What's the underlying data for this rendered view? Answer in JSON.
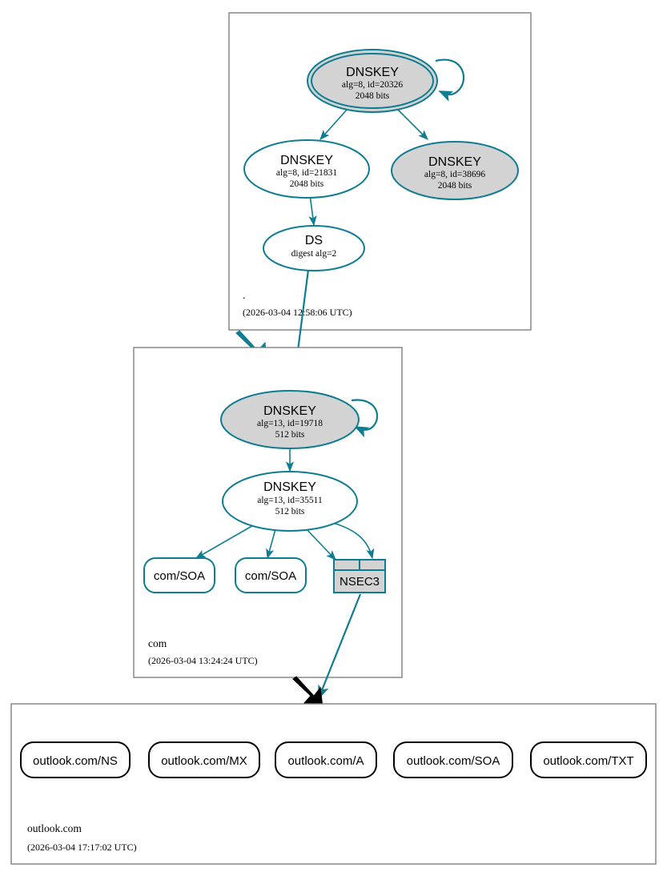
{
  "diagram": {
    "kind": "dnssec-authentication-chain",
    "colors": {
      "accent": "#0e7c91",
      "zone_border": "#808080",
      "node_fill_secure": "#d3d3d3",
      "node_fill_plain": "#ffffff",
      "text": "#000000",
      "background": "#ffffff"
    }
  },
  "zones": [
    {
      "id": "root",
      "name": ".",
      "timestamp": "(2026-03-04 12:58:06 UTC)",
      "nodes": [
        {
          "id": "root-ksk",
          "type": "DNSKEY",
          "title": "DNSKEY",
          "params": "alg=8, id=20326",
          "size": "2048 bits",
          "trust_anchor": true,
          "fill": "gray"
        },
        {
          "id": "root-zsk-21831",
          "type": "DNSKEY",
          "title": "DNSKEY",
          "params": "alg=8, id=21831",
          "size": "2048 bits",
          "trust_anchor": false,
          "fill": "white"
        },
        {
          "id": "root-zsk-38696",
          "type": "DNSKEY",
          "title": "DNSKEY",
          "params": "alg=8, id=38696",
          "size": "2048 bits",
          "trust_anchor": false,
          "fill": "gray"
        },
        {
          "id": "root-ds",
          "type": "DS",
          "title": "DS",
          "params": "digest alg=2",
          "size": "",
          "trust_anchor": false,
          "fill": "white"
        }
      ]
    },
    {
      "id": "com",
      "name": "com",
      "timestamp": "(2026-03-04 13:24:24 UTC)",
      "nodes": [
        {
          "id": "com-ksk",
          "type": "DNSKEY",
          "title": "DNSKEY",
          "params": "alg=13, id=19718",
          "size": "512 bits",
          "trust_anchor": false,
          "fill": "gray"
        },
        {
          "id": "com-zsk",
          "type": "DNSKEY",
          "title": "DNSKEY",
          "params": "alg=13, id=35511",
          "size": "512 bits",
          "trust_anchor": false,
          "fill": "white"
        },
        {
          "id": "com-soa-1",
          "type": "RRset",
          "title": "com/SOA"
        },
        {
          "id": "com-soa-2",
          "type": "RRset",
          "title": "com/SOA"
        },
        {
          "id": "com-nsec3",
          "type": "NSEC3",
          "title": "NSEC3"
        }
      ]
    },
    {
      "id": "outlook",
      "name": "outlook.com",
      "timestamp": "(2026-03-04 17:17:02 UTC)",
      "nodes": [
        {
          "id": "ol-ns",
          "type": "RRset",
          "title": "outlook.com/NS"
        },
        {
          "id": "ol-mx",
          "type": "RRset",
          "title": "outlook.com/MX"
        },
        {
          "id": "ol-a",
          "type": "RRset",
          "title": "outlook.com/A"
        },
        {
          "id": "ol-soa",
          "type": "RRset",
          "title": "outlook.com/SOA"
        },
        {
          "id": "ol-txt",
          "type": "RRset",
          "title": "outlook.com/TXT"
        }
      ]
    }
  ]
}
